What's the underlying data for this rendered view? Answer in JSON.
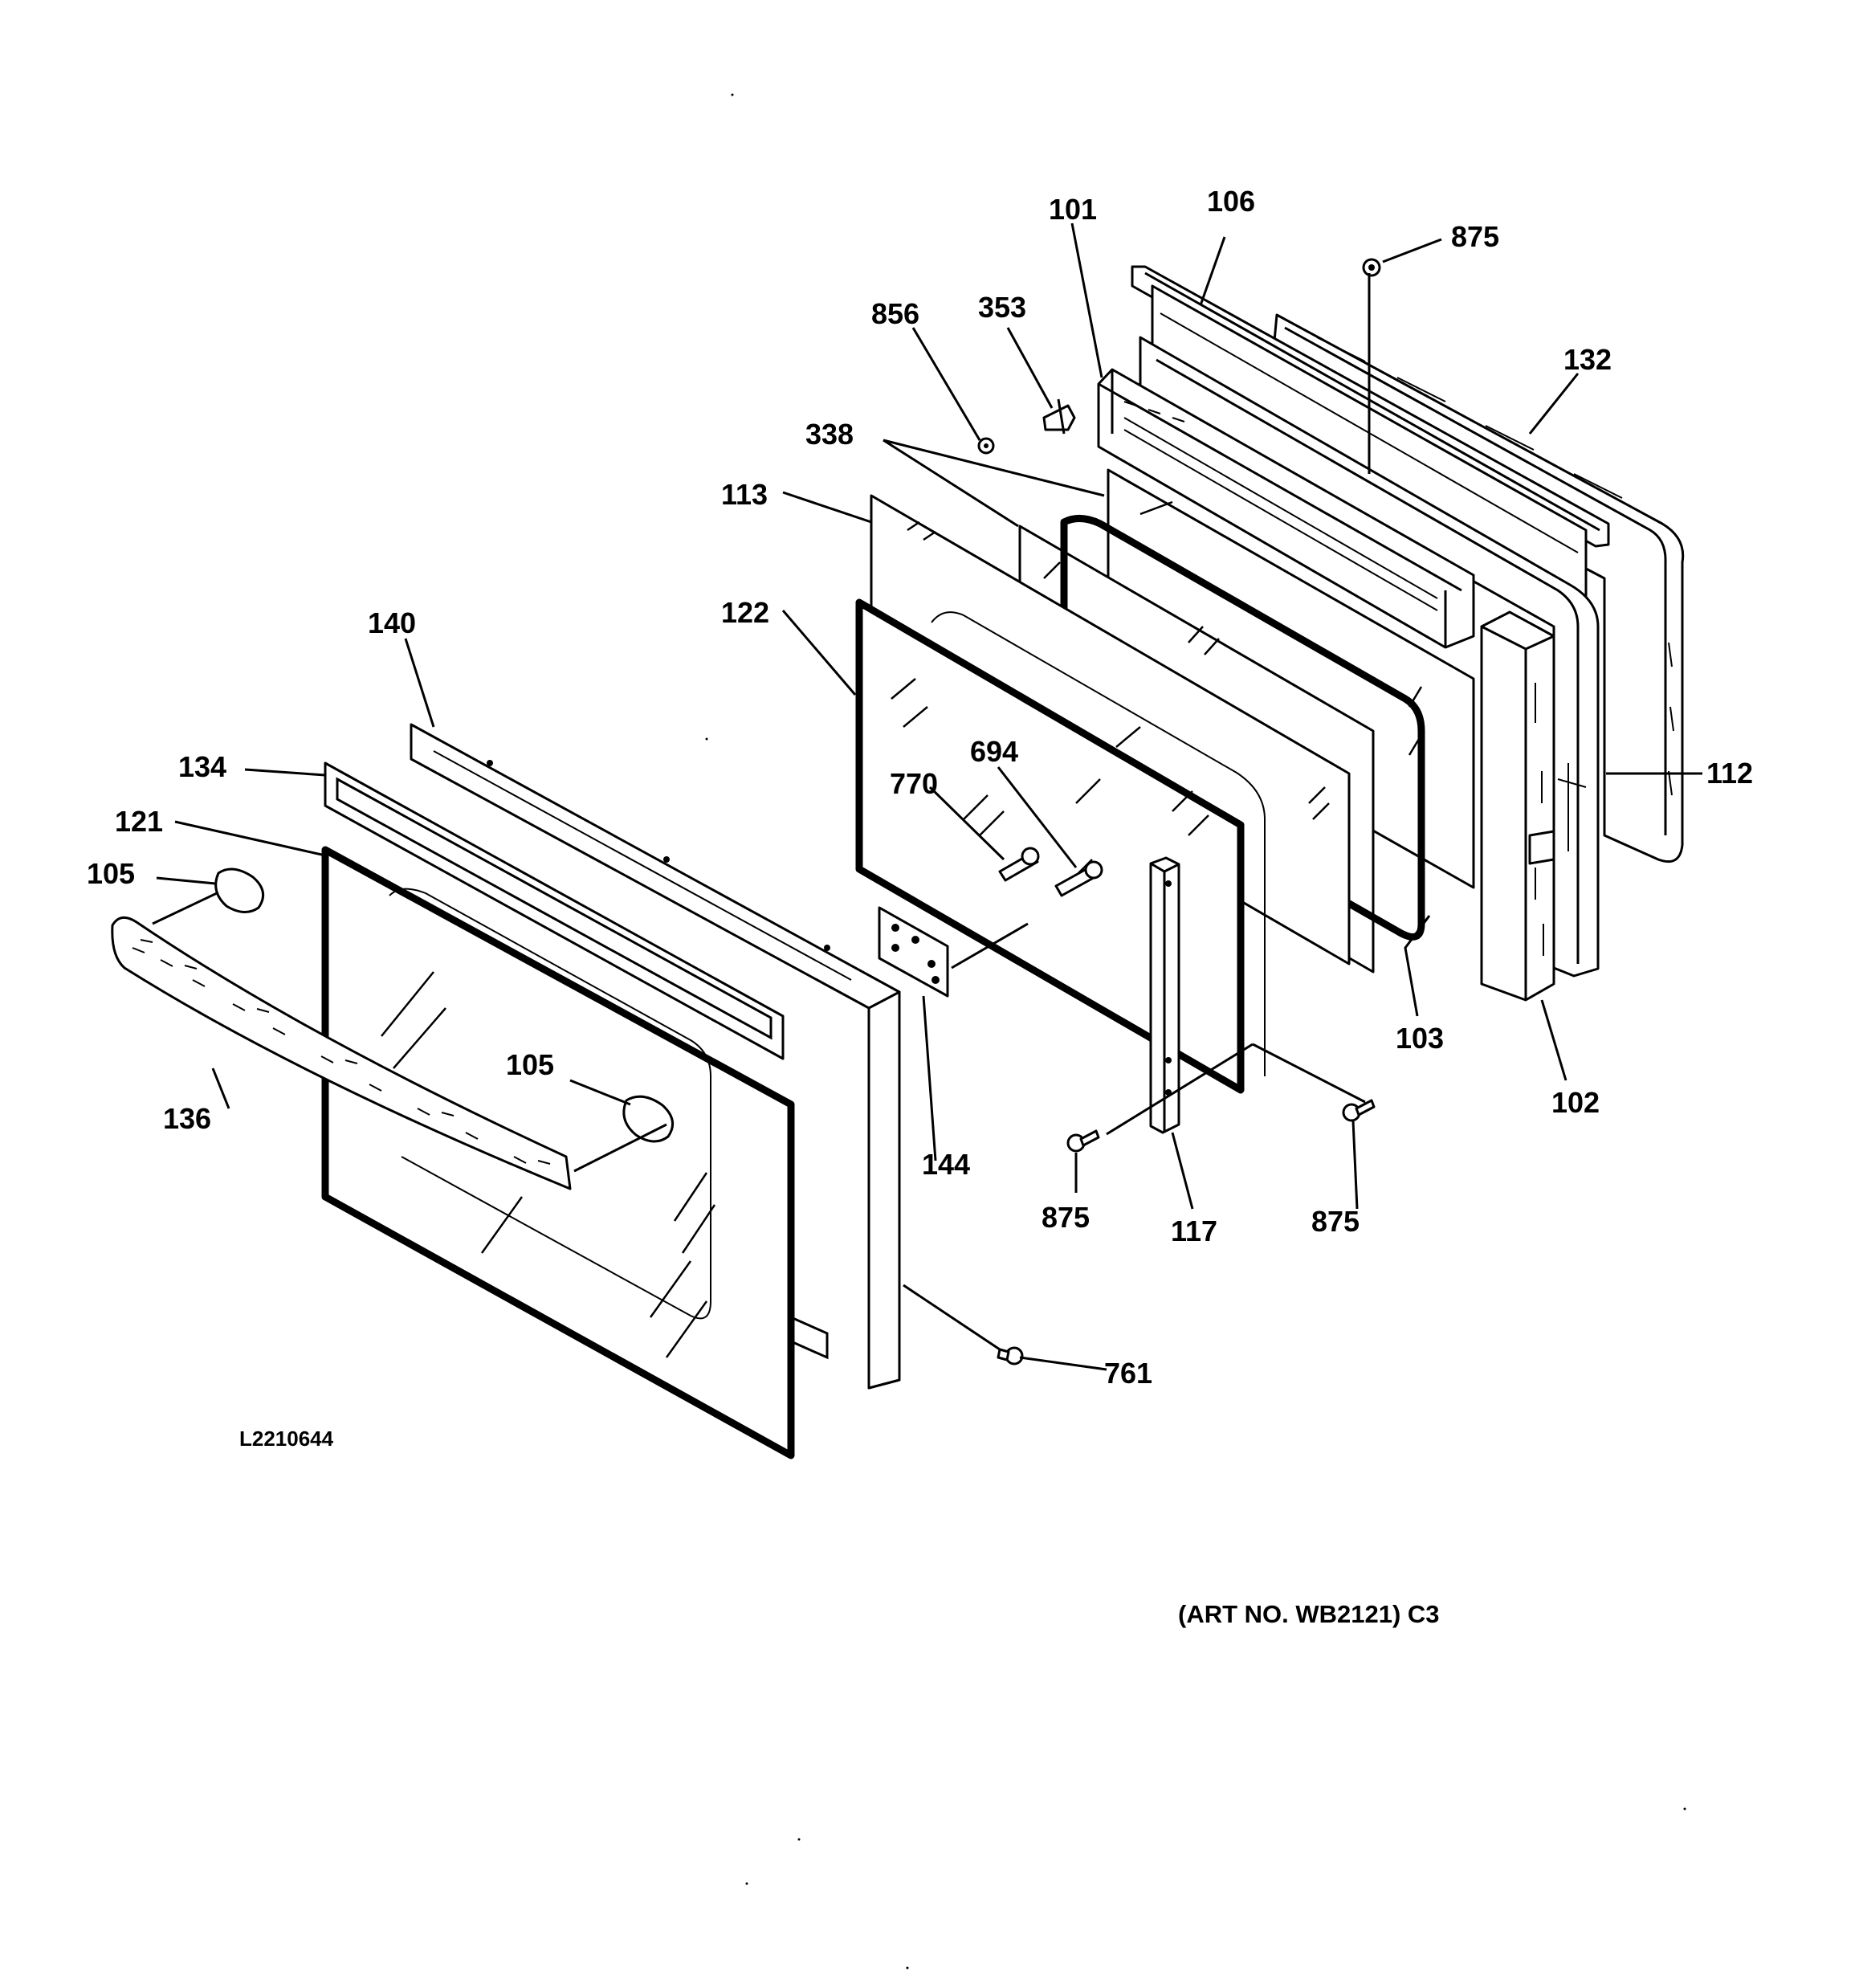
{
  "diagram": {
    "drawing_code": "L2210644",
    "art_number": "(ART NO. WB2121) C3",
    "labels": {
      "p101": "101",
      "p106": "106",
      "p875_top": "875",
      "p856": "856",
      "p353": "353",
      "p132": "132",
      "p338": "338",
      "p113": "113",
      "p122": "122",
      "p140": "140",
      "p694": "694",
      "p770": "770",
      "p134": "134",
      "p112": "112",
      "p121": "121",
      "p105_left": "105",
      "p105_mid": "105",
      "p103": "103",
      "p102": "102",
      "p136": "136",
      "p144": "144",
      "p875_left": "875",
      "p117": "117",
      "p875_right": "875",
      "p761": "761"
    }
  }
}
